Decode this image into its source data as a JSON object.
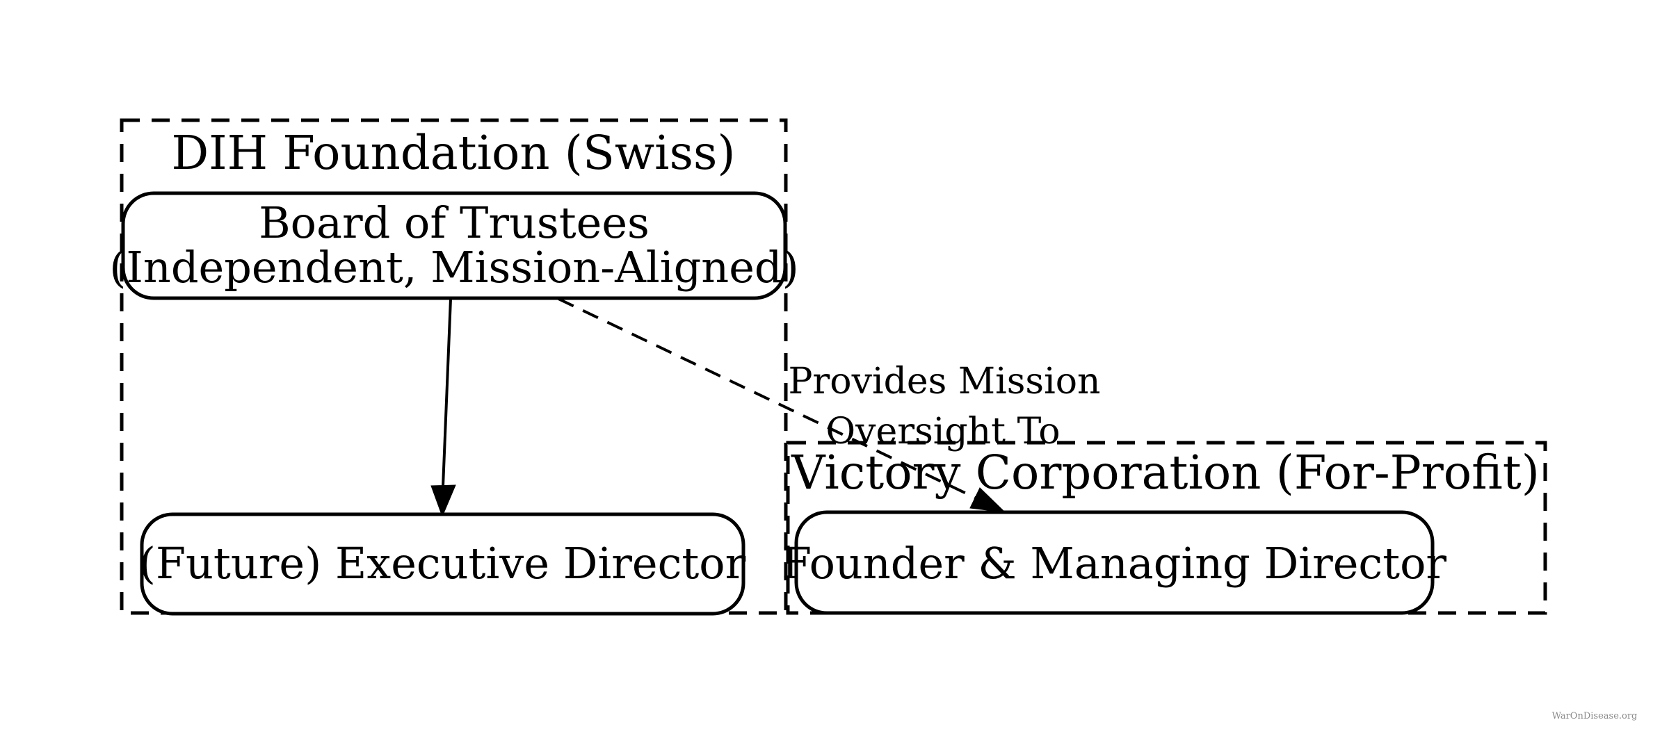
{
  "diagram": {
    "clusters": [
      {
        "id": "dih-foundation",
        "title": "DIH Foundation (Swiss)"
      },
      {
        "id": "victory-corporation",
        "title": "Victory Corporation (For-Profit)"
      }
    ],
    "nodes": {
      "board": {
        "lines": [
          "Board of Trustees",
          "(Independent, Mission-Aligned)"
        ]
      },
      "future_ed": {
        "label": "(Future) Executive Director"
      },
      "founder": {
        "label": "Founder & Managing Director"
      }
    },
    "edges": {
      "board_to_future_ed": {
        "style": "solid",
        "label": ""
      },
      "oversight": {
        "style": "dashed",
        "label_lines": [
          "Provides Mission",
          "Oversight To"
        ]
      }
    },
    "watermark": "WarOnDisease.org",
    "colors": {
      "stroke": "#000000",
      "background": "#ffffff",
      "watermark": "#8a8a8a"
    }
  }
}
